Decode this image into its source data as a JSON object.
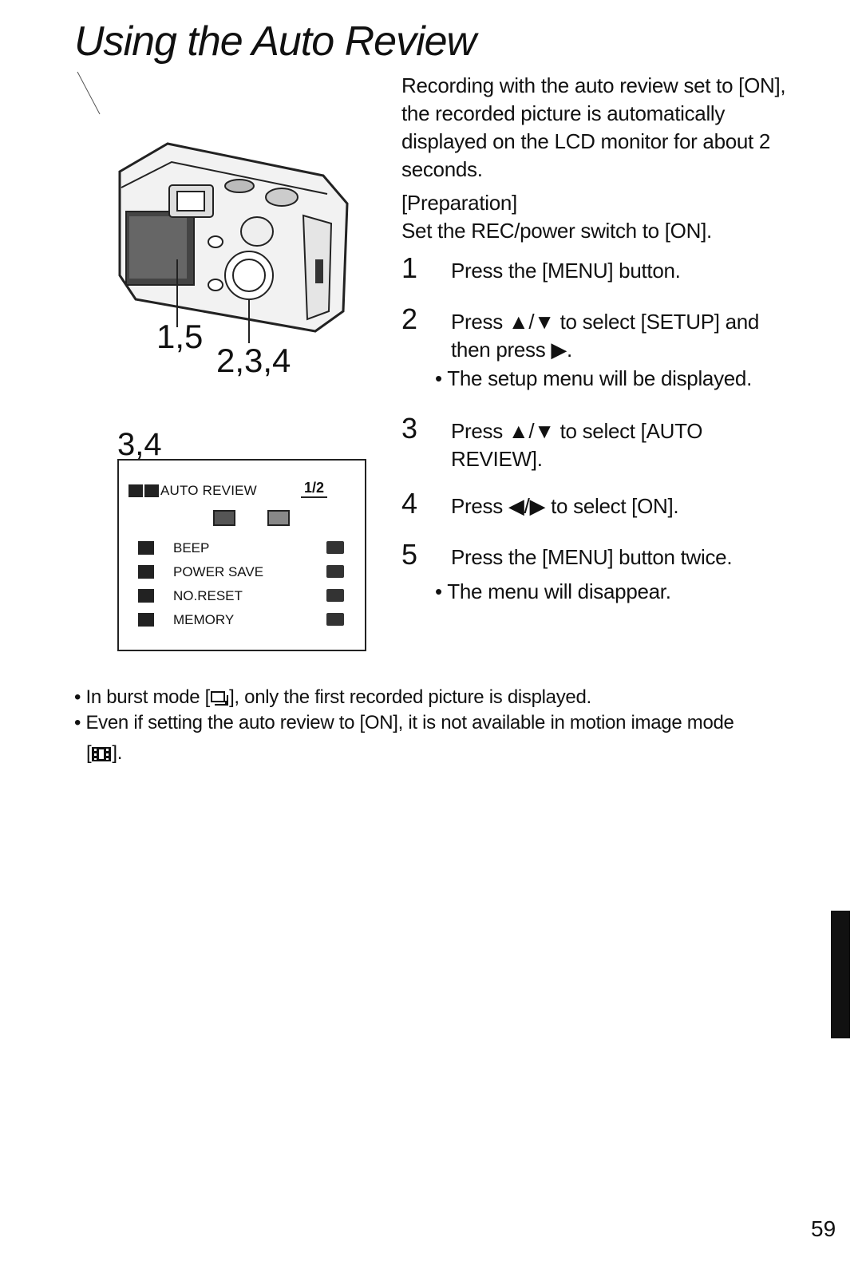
{
  "page": {
    "title": "Using the Auto Review",
    "page_number": "59"
  },
  "intro": {
    "text": "Recording with the auto review set to [ON], the recorded picture is automatically displayed on the LCD monitor for about 2 seconds.",
    "preparation_label": "[Preparation]",
    "preparation_text": "Set the REC/power switch to [ON]."
  },
  "figure": {
    "callout_a": "1,5",
    "callout_b": "2,3,4",
    "menu_label": "3,4"
  },
  "lcd_menu": {
    "heading": "AUTO REVIEW",
    "page": "1/2",
    "rows": [
      {
        "label": "BEEP"
      },
      {
        "label": "POWER SAVE"
      },
      {
        "label": "NO.RESET"
      },
      {
        "label": "MEMORY"
      }
    ]
  },
  "steps": [
    {
      "number": "1",
      "text": "Press the [MENU] button."
    },
    {
      "number": "2",
      "text": "Press ▲/▼ to select [SETUP] and then press ▶.",
      "note": "• The setup menu will be displayed."
    },
    {
      "number": "3",
      "text": "Press ▲/▼ to select [AUTO REVIEW]."
    },
    {
      "number": "4",
      "text": "Press ◀/▶ to select [ON]."
    },
    {
      "number": "5",
      "text": "Press the [MENU] button twice.",
      "note": "• The menu will disappear."
    }
  ],
  "notes": {
    "burst_prefix": "• In burst mode [",
    "burst_suffix": "], only the first recorded picture is displayed.",
    "motion_text": "• Even if setting the auto review to [ON], it is not available in motion image mode",
    "motion_end_prefix": "[",
    "motion_end_suffix": "]."
  },
  "icons": [
    "burst-mode-icon",
    "motion-image-icon",
    "camera-illustration"
  ]
}
